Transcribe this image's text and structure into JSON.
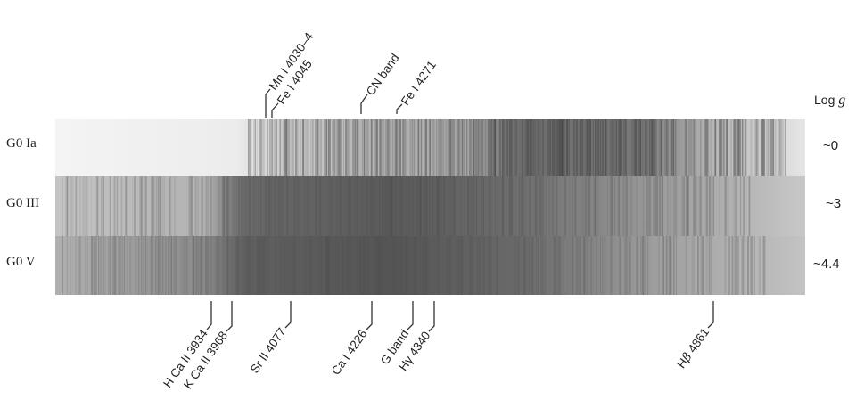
{
  "log_g_header": {
    "prefix": "Log ",
    "symbol": "g"
  },
  "rows": [
    {
      "label": "G0 Ia",
      "log_g": "~0",
      "tint": "#e9e9e9",
      "dark": "#3a3a3a"
    },
    {
      "label": "G0 III",
      "log_g": "~3",
      "tint": "#b9b9b9",
      "dark": "#474747"
    },
    {
      "label": "G0 V",
      "log_g": "~4.4",
      "tint": "#b3b3b3",
      "dark": "#4a4a4a"
    }
  ],
  "top_lines": [
    {
      "label": "Mn I 4030–4"
    },
    {
      "label": "Fe I 4045"
    },
    {
      "label": "CN band"
    },
    {
      "label": "Fe I 4271"
    }
  ],
  "bottom_lines": [
    {
      "label": "H Ca II 3934"
    },
    {
      "label": "K Ca II 3968"
    },
    {
      "label": "Sr II 4077"
    },
    {
      "label": "Ca I 4226"
    },
    {
      "label": "G band"
    },
    {
      "label": "Hγ 4340"
    },
    {
      "label": "Hβ 4861",
      "prefix": "H",
      "greek": "β",
      "rest": " 4861"
    }
  ]
}
